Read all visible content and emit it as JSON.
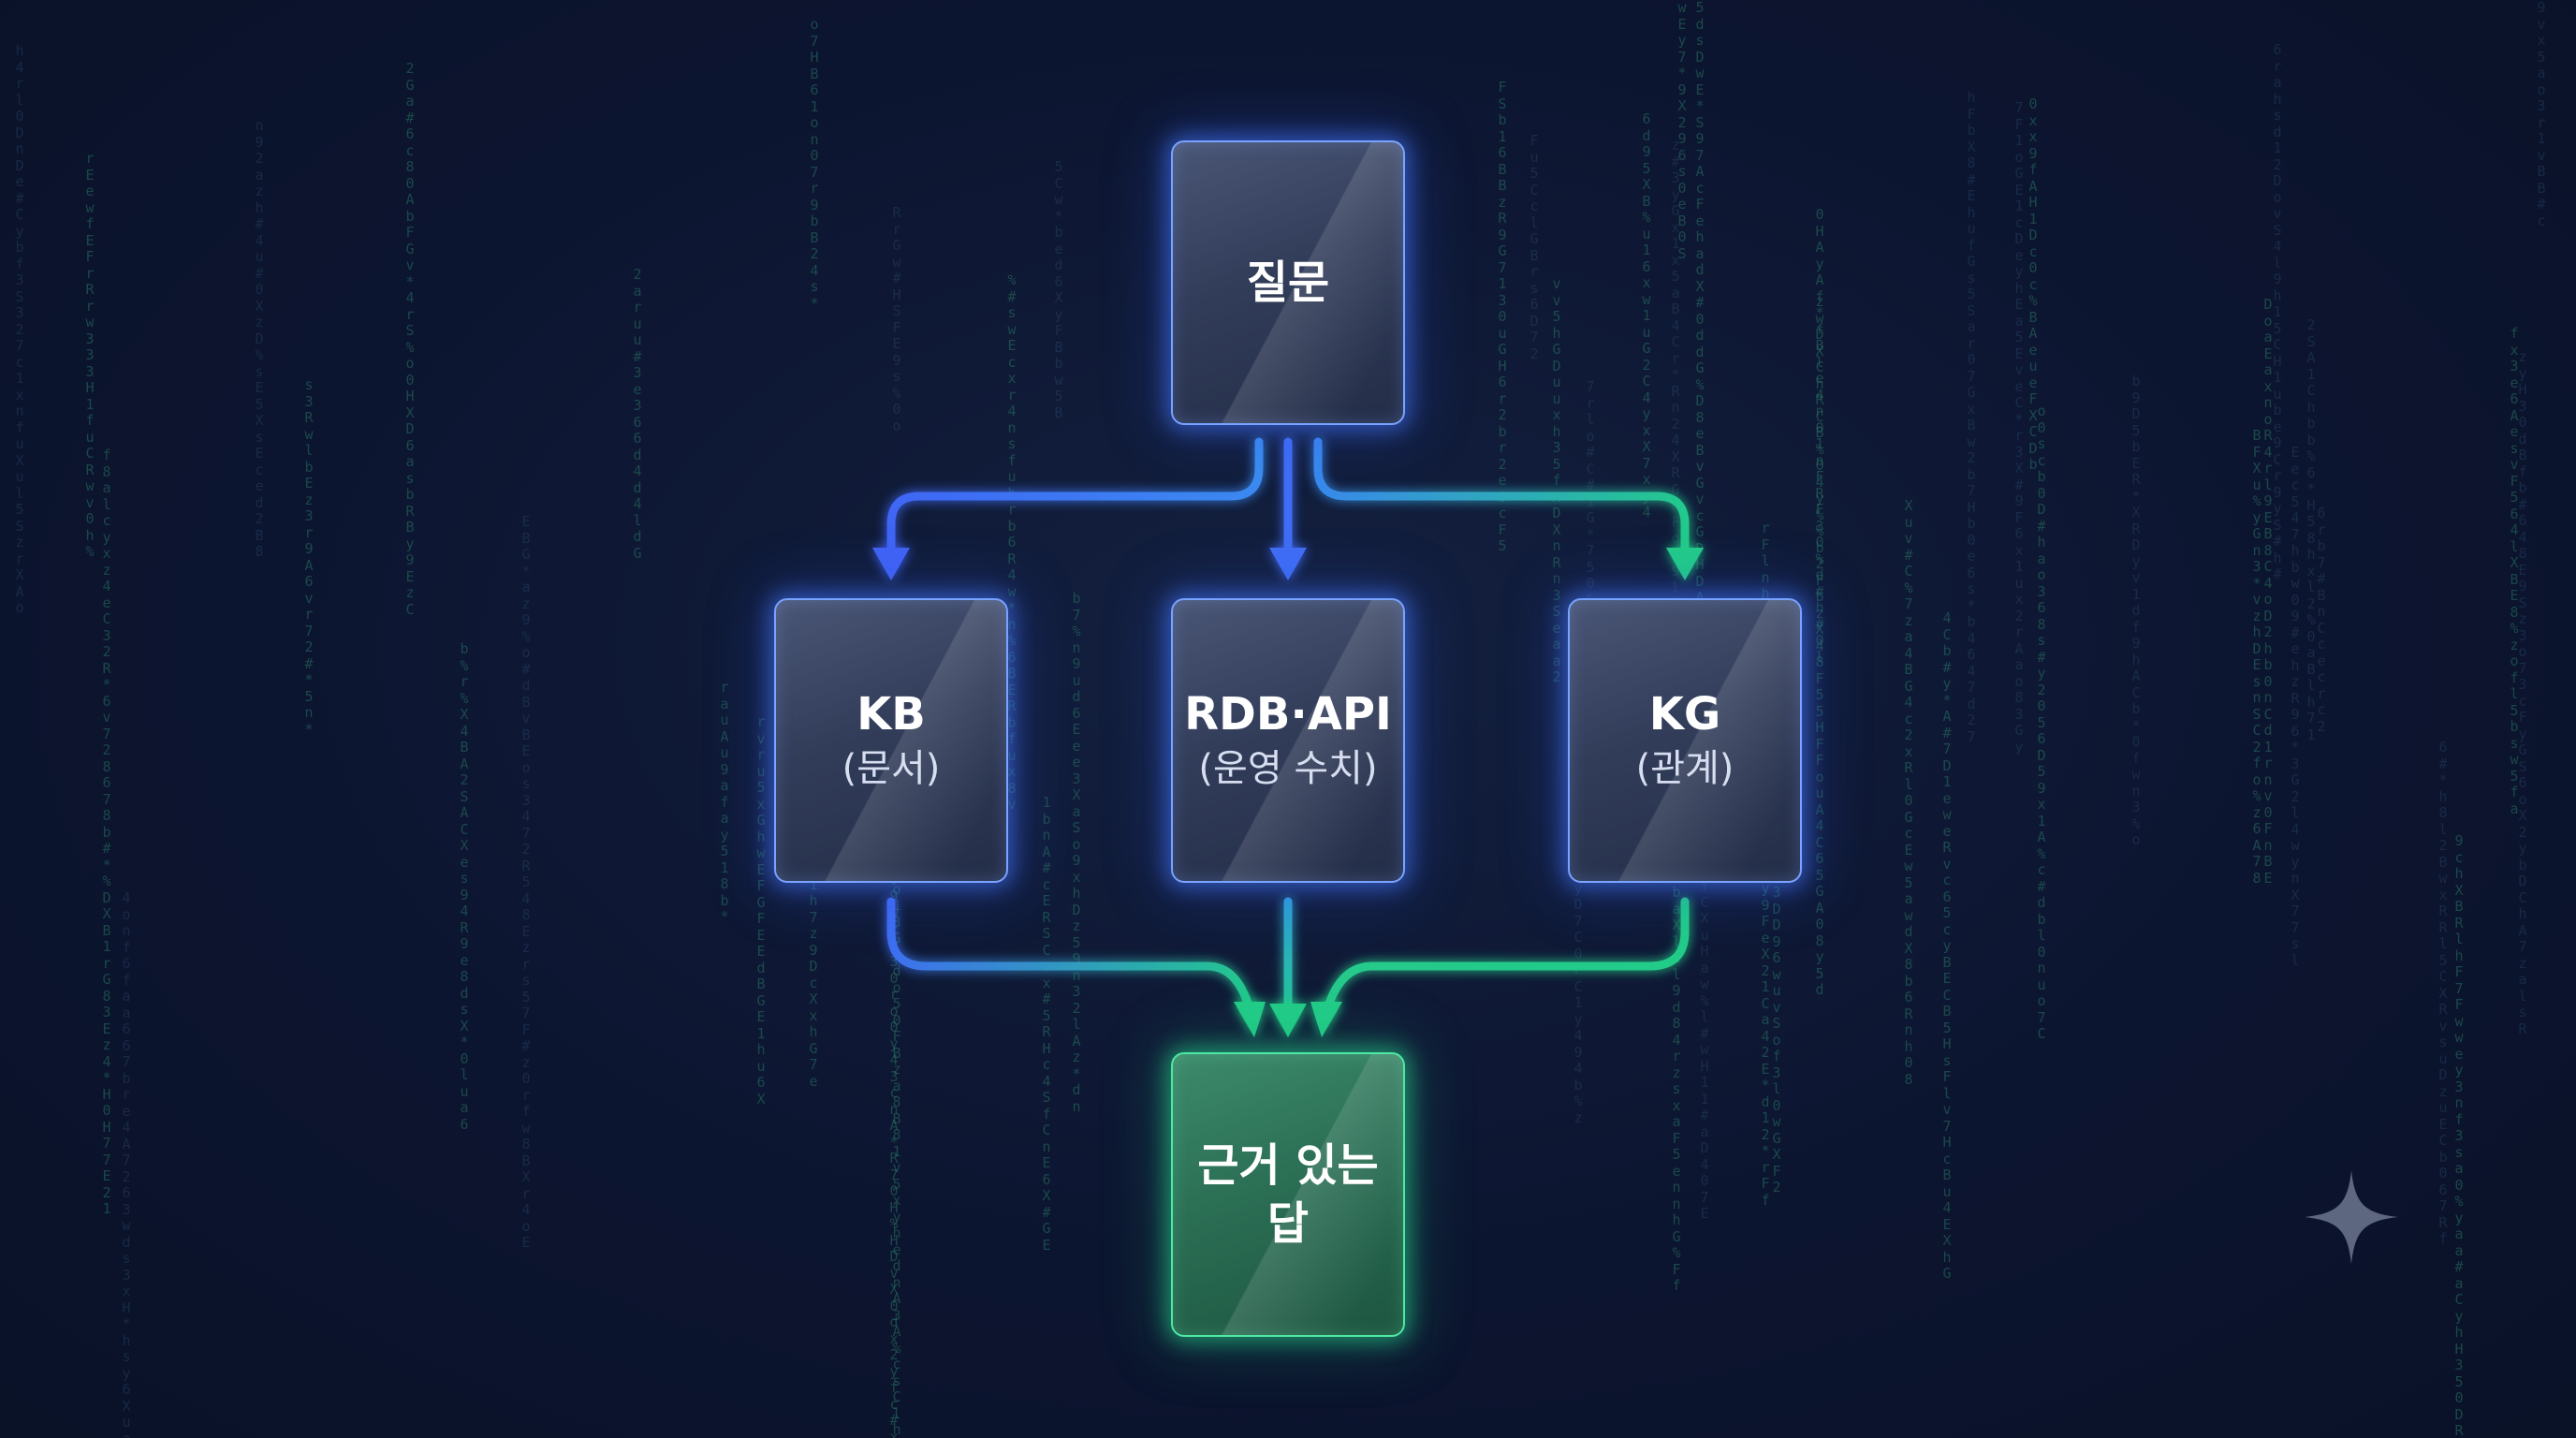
{
  "diagram": {
    "question": {
      "label": "질문"
    },
    "sources": [
      {
        "label": "KB",
        "sub": "(문서)"
      },
      {
        "label": "RDB·API",
        "sub": "(운영 수치)"
      },
      {
        "label": "KG",
        "sub": "(관계)"
      }
    ],
    "answer": {
      "label": "근거 있는 답"
    }
  },
  "colors": {
    "background": "#0c1530",
    "node_border_blue": "#7aa2ff",
    "node_border_green": "#4ee8a4",
    "arrow_blue": "#3f6df5",
    "arrow_green": "#23c98a"
  },
  "icons": {
    "watermark": "sparkle-icon"
  }
}
